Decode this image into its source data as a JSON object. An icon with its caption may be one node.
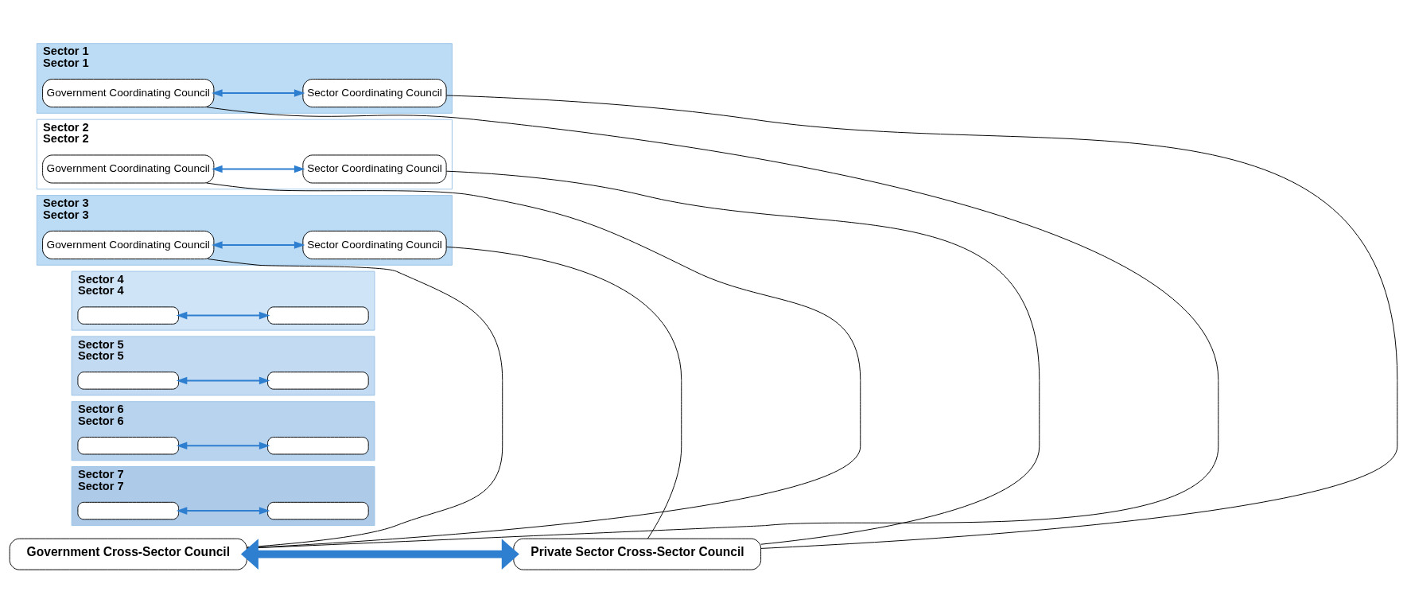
{
  "diagram": {
    "nodes": [
      {
        "text": [
          "Sector 1",
          "Sector 1"
        ]
      },
      {
        "text": [
          "Government Coordinating Council"
        ],
        "in": 0
      },
      {
        "text": [
          "Sector Coordinating Council"
        ],
        "in": 0
      },
      {
        "text": [
          "Sector 2",
          "Sector 2"
        ]
      },
      {
        "text": [
          "Government Coordinating Council"
        ],
        "in": 3
      },
      {
        "text": [
          "Sector Coordinating Council"
        ],
        "in": 3
      },
      {
        "text": [
          "Sector 3",
          "Sector 3"
        ]
      },
      {
        "text": [
          "Government Coordinating Council"
        ],
        "in": 6
      },
      {
        "text": [
          "Sector Coordinating Council"
        ],
        "in": 6
      },
      {
        "text": [
          "Sector 4",
          "Sector 4"
        ]
      },
      {
        "text": [],
        "shape": "box",
        "in": 9
      },
      {
        "text": [],
        "shape": "box",
        "in": 9
      },
      {
        "text": [
          "Sector 5",
          "Sector 5"
        ]
      },
      {
        "text": [],
        "shape": "box",
        "in": 12
      },
      {
        "text": [],
        "shape": "box",
        "in": 12
      },
      {
        "text": [
          "Sector 6",
          "Sector 6"
        ]
      },
      {
        "text": [],
        "shape": "box",
        "in": 15
      },
      {
        "text": [],
        "shape": "box",
        "in": 15
      },
      {
        "text": [
          "Sector 7",
          "Sector 7"
        ]
      },
      {
        "text": [],
        "shape": "box",
        "in": 18
      },
      {
        "text": [],
        "shape": "box",
        "in": 18
      },
      {
        "text": [
          "Government Cross-Sector Council"
        ]
      },
      {
        "text": [
          "Private Sector Cross-Sector Council"
        ]
      }
    ],
    "edges": [
      {
        "from": 1,
        "to": 2,
        "arrow": "both"
      },
      {
        "from": 4,
        "to": 5,
        "arrow": "both"
      },
      {
        "from": 7,
        "to": 8,
        "arrow": "both"
      },
      {
        "from": 10,
        "to": 11,
        "arrow": "both"
      },
      {
        "from": 13,
        "to": 14,
        "arrow": "both"
      },
      {
        "from": 16,
        "to": 17,
        "arrow": "both"
      },
      {
        "from": 19,
        "to": 20,
        "arrow": "both"
      },
      {
        "from": 21,
        "to": 22,
        "arrow": "both",
        "style": "thick"
      },
      {
        "from": 21,
        "to": 1,
        "arrow": "none",
        "color": "#000000"
      },
      {
        "from": 21,
        "to": 4,
        "arrow": "none",
        "color": "#000000"
      },
      {
        "from": 21,
        "to": 7,
        "arrow": "none",
        "color": "#000000"
      },
      {
        "from": 22,
        "to": 2,
        "arrow": "none",
        "color": "#000000"
      },
      {
        "from": 22,
        "to": 5,
        "arrow": "none",
        "color": "#000000"
      },
      {
        "from": 22,
        "to": 8,
        "arrow": "none",
        "color": "#000000"
      }
    ]
  }
}
